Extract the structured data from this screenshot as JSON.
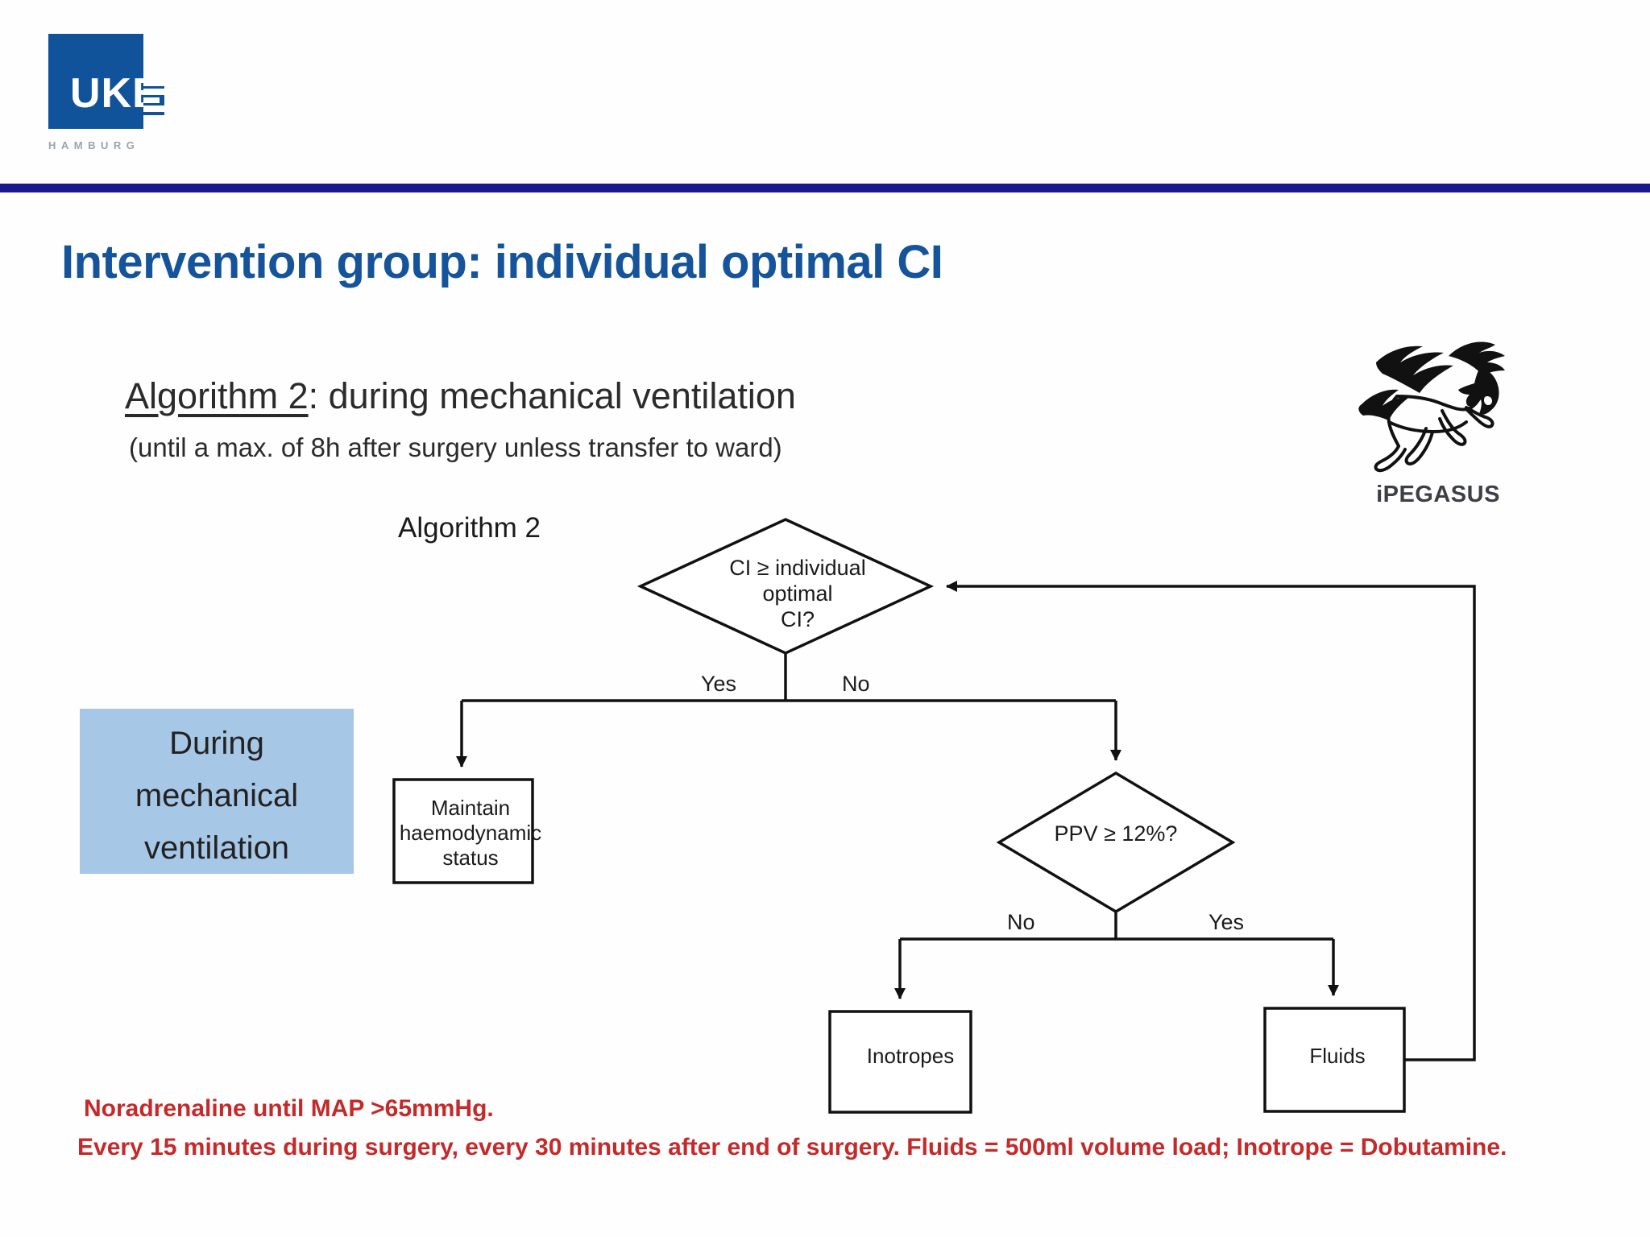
{
  "header": {
    "logo": {
      "mark_text": "UKE",
      "sub_text": "HAMBURG",
      "brand_color": "#11539B"
    },
    "rule_color": "#1A1A8C"
  },
  "slide": {
    "title": "Intervention group: individual optimal CI",
    "title_color": "#15539B"
  },
  "algorithm": {
    "heading_underlined": "Algorithm 2",
    "heading_rest": ": during mechanical ventilation",
    "subheading": "(until a max. of 8h after surgery unless transfer to ward)",
    "inner_label": "Algorithm 2"
  },
  "pegasus": {
    "name": "iPEGASUS",
    "icon": "winged-horse-icon"
  },
  "callout": {
    "line1": "During",
    "line2": "mechanical",
    "line3": "ventilation",
    "bg_color": "#A7C7E7"
  },
  "flowchart": {
    "type": "decision-flow",
    "nodes": [
      {
        "id": "d1",
        "shape": "diamond",
        "lines": [
          "CI ≥ individual",
          "optimal",
          "CI?"
        ]
      },
      {
        "id": "b1",
        "shape": "rect",
        "lines": [
          "Maintain",
          "haemodynamic",
          "status"
        ]
      },
      {
        "id": "d2",
        "shape": "diamond",
        "lines": [
          "PPV ≥ 12%?"
        ]
      },
      {
        "id": "b2",
        "shape": "rect",
        "lines": [
          "Inotropes"
        ]
      },
      {
        "id": "b3",
        "shape": "rect",
        "lines": [
          "Fluids"
        ]
      }
    ],
    "edges": [
      {
        "from": "d1",
        "to": "b1",
        "label": "Yes"
      },
      {
        "from": "d1",
        "to": "d2",
        "label": "No"
      },
      {
        "from": "d2",
        "to": "b2",
        "label": "No"
      },
      {
        "from": "d2",
        "to": "b3",
        "label": "Yes"
      },
      {
        "from": "b3",
        "to": "d1",
        "label": ""
      }
    ],
    "labels": {
      "yes1": "Yes",
      "no1": "No",
      "no2": "No",
      "yes2": "Yes"
    },
    "d1_l1": "CI ≥ individual",
    "d1_l2": "optimal",
    "d1_l3": "CI?",
    "d2_l1": "PPV ≥ 12%?",
    "b1_l1": "Maintain",
    "b1_l2": "haemodynamic",
    "b1_l3": "status",
    "b2_l1": "Inotropes",
    "b3_l1": "Fluids"
  },
  "footnotes": {
    "line1": "Noradrenaline until MAP >65mmHg.",
    "line2": "Every 15 minutes during surgery, every 30 minutes after end of surgery. Fluids = 500ml volume load; Inotrope = Dobutamine.",
    "color": "#C42A2A"
  }
}
